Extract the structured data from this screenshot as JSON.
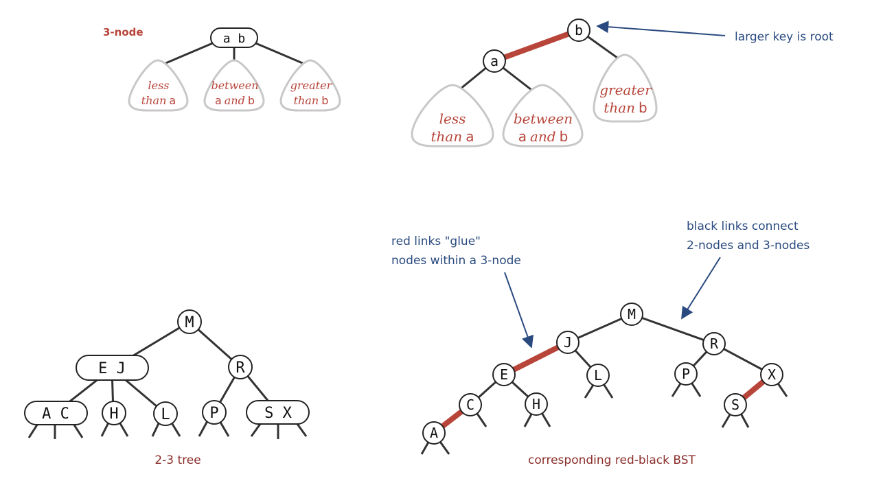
{
  "colors": {
    "link_black": "#333333",
    "link_red": "#b8453a",
    "node_stroke": "#222222",
    "subtree_stroke": "#c8c8c8",
    "red_text": "#b8453a",
    "annotation_blue": "#2a4a7f",
    "caption_red": "#8a2e2a"
  },
  "top_left": {
    "label": "3-node",
    "node_keys": "a b",
    "left_subtree": {
      "italic": "less",
      "line2_italic": "than",
      "line2_key": "a"
    },
    "middle_subtree": {
      "italic": "between",
      "line2_key1": "a",
      "line2_italic": "and",
      "line2_key2": "b"
    },
    "right_subtree": {
      "italic": "greater",
      "line2_italic": "than",
      "line2_key": "b"
    }
  },
  "top_right": {
    "root_key": "b",
    "child_key": "a",
    "annotation": "larger key is root",
    "left_subtree": {
      "italic": "less",
      "line2_italic": "than",
      "line2_key": "a"
    },
    "middle_subtree": {
      "italic": "between",
      "line2_key1": "a",
      "line2_italic": "and",
      "line2_key2": "b"
    },
    "right_subtree": {
      "italic": "greater",
      "line2_italic": "than",
      "line2_key": "b"
    }
  },
  "tree23": {
    "caption": "2-3 tree",
    "nodes": [
      "M",
      "E J",
      "R",
      "A C",
      "H",
      "L",
      "P",
      "S X"
    ]
  },
  "rbbst": {
    "caption": "corresponding red-black BST",
    "nodes": [
      "M",
      "J",
      "R",
      "E",
      "L",
      "P",
      "X",
      "C",
      "H",
      "S",
      "A"
    ],
    "annotation_red": [
      "red links \"glue\"",
      "nodes within a 3-node"
    ],
    "annotation_black": [
      "black links connect",
      "2-nodes and 3-nodes"
    ]
  }
}
